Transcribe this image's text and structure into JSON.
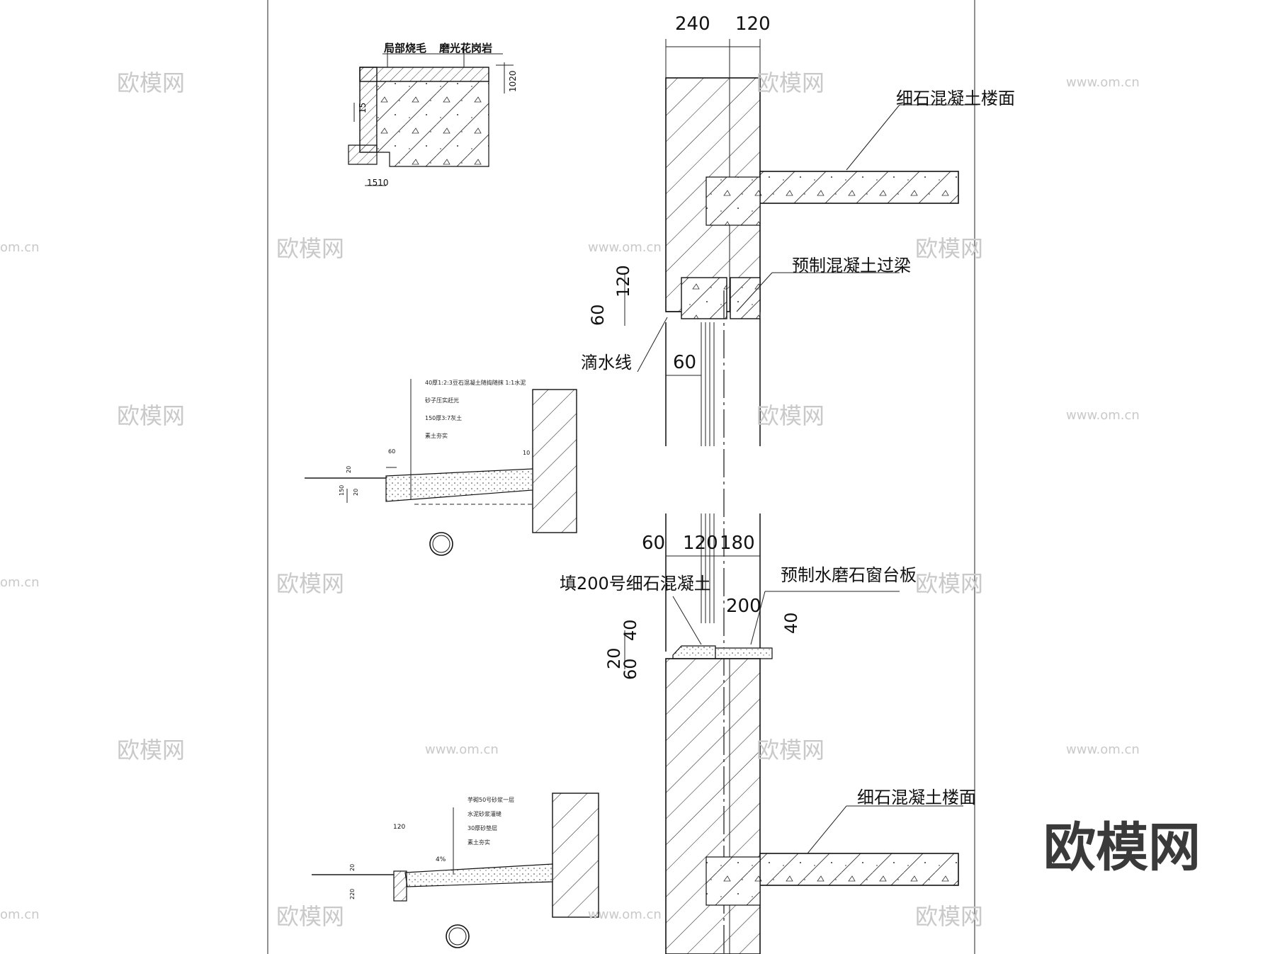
{
  "detail_top_left": {
    "label_left": "局部烧毛",
    "label_right": "磨光花岗岩",
    "dim_right": "1020",
    "dim_left": "15",
    "dim_bottom": "1510"
  },
  "wall_section": {
    "dims_top": [
      "240",
      "120"
    ],
    "floor_label_top": "细石混凝土楼面",
    "lintel_label": "预制混凝土过梁",
    "lintel_dims": [
      "120",
      "60"
    ],
    "drip_label": "滴水线",
    "drip_dim": "60",
    "sill_dims_top": [
      "60",
      "120",
      "180"
    ],
    "fill_label": "填200号细石混凝土",
    "sill_label": "预制水磨石窗台板",
    "sill_dim_200": "200",
    "sill_dim_40_right": "40",
    "sill_dims_left": [
      "20",
      "40",
      "60"
    ],
    "floor_label_bottom": "细石混凝土楼面"
  },
  "apron_top": {
    "layers": [
      "40厚1:2:3豆石混凝土随捣随抹 1:1水泥",
      "砂子压实赶光",
      "150厚3:7灰土",
      "素土夯实"
    ],
    "dim_60": "60",
    "dim_10": "10",
    "dims_left": [
      "20",
      "150",
      "20"
    ]
  },
  "apron_bottom": {
    "layers": [
      "芋砌50号砂浆一层",
      "水泥砂浆灌缝",
      "30厚砂垫层",
      "素土夯实"
    ],
    "dim_120": "120",
    "slope": "4%",
    "dims_left": [
      "20",
      "220"
    ]
  },
  "watermarks": {
    "cn": "欧模网",
    "url": "www.om.cn",
    "url_short": "om.cn",
    "brand": "欧模网"
  }
}
